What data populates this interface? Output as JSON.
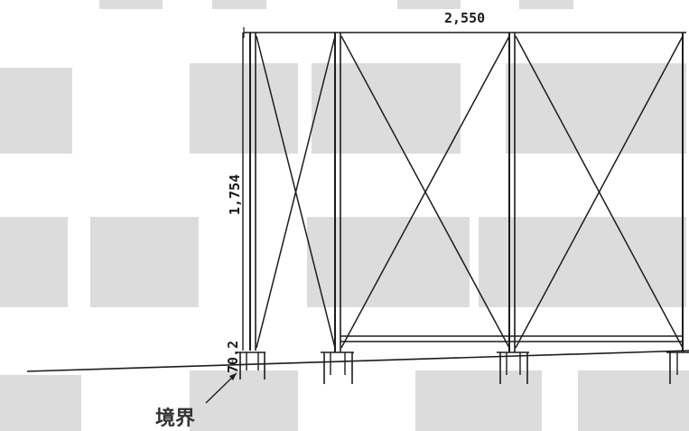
{
  "diagram": {
    "dimensions": {
      "width": "2,550",
      "height": "1,754",
      "offset": "70.2"
    },
    "boundary_label": "境界"
  },
  "colors": {
    "line": "#1c1c1c",
    "watermark": "#bfbfbf",
    "background": "#ffffff"
  }
}
